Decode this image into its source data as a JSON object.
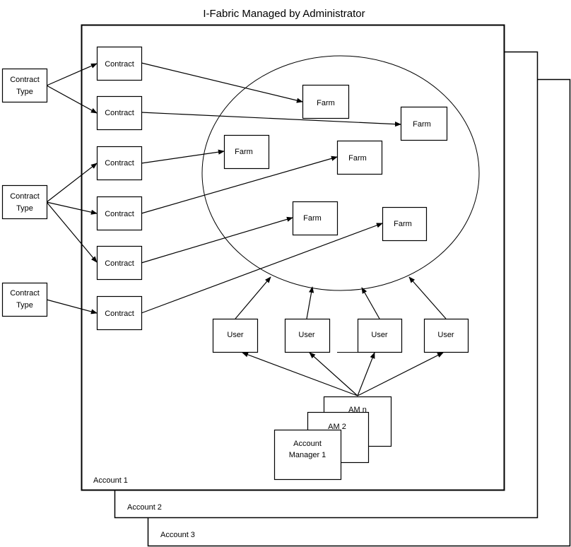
{
  "title": "I-Fabric Managed by Administrator",
  "accounts": [
    {
      "label": "Account 1"
    },
    {
      "label": "Account 2"
    },
    {
      "label": "Account 3"
    }
  ],
  "contract_types": [
    {
      "label_lines": [
        "Contract",
        "Type"
      ]
    },
    {
      "label_lines": [
        "Contract",
        "Type"
      ]
    },
    {
      "label_lines": [
        "Contract",
        "Type"
      ]
    }
  ],
  "contracts": [
    {
      "label": "Contract"
    },
    {
      "label": "Contract"
    },
    {
      "label": "Contract"
    },
    {
      "label": "Contract"
    },
    {
      "label": "Contract"
    },
    {
      "label": "Contract"
    }
  ],
  "farms": [
    {
      "label": "Farm"
    },
    {
      "label": "Farm"
    },
    {
      "label": "Farm"
    },
    {
      "label": "Farm"
    },
    {
      "label": "Farm"
    },
    {
      "label": "Farm"
    }
  ],
  "users": [
    {
      "label": "User"
    },
    {
      "label": "User"
    },
    {
      "label": "User"
    },
    {
      "label": "User"
    }
  ],
  "account_managers": [
    {
      "label_lines": [
        "AM n"
      ]
    },
    {
      "label_lines": [
        "AM 2"
      ]
    },
    {
      "label_lines": [
        "Account",
        "Manager 1"
      ]
    }
  ],
  "edges": {
    "contract_type_to_contract": [
      [
        0,
        0
      ],
      [
        0,
        1
      ],
      [
        1,
        2
      ],
      [
        1,
        3
      ],
      [
        1,
        4
      ],
      [
        2,
        5
      ]
    ],
    "contract_to_farm": [
      [
        0,
        0
      ],
      [
        1,
        1
      ],
      [
        2,
        2
      ],
      [
        3,
        3
      ],
      [
        4,
        4
      ],
      [
        5,
        5
      ]
    ],
    "user_to_farm_pool": [
      0,
      1,
      2,
      3
    ],
    "account_manager_to_user": [
      0,
      1,
      2,
      3
    ]
  }
}
